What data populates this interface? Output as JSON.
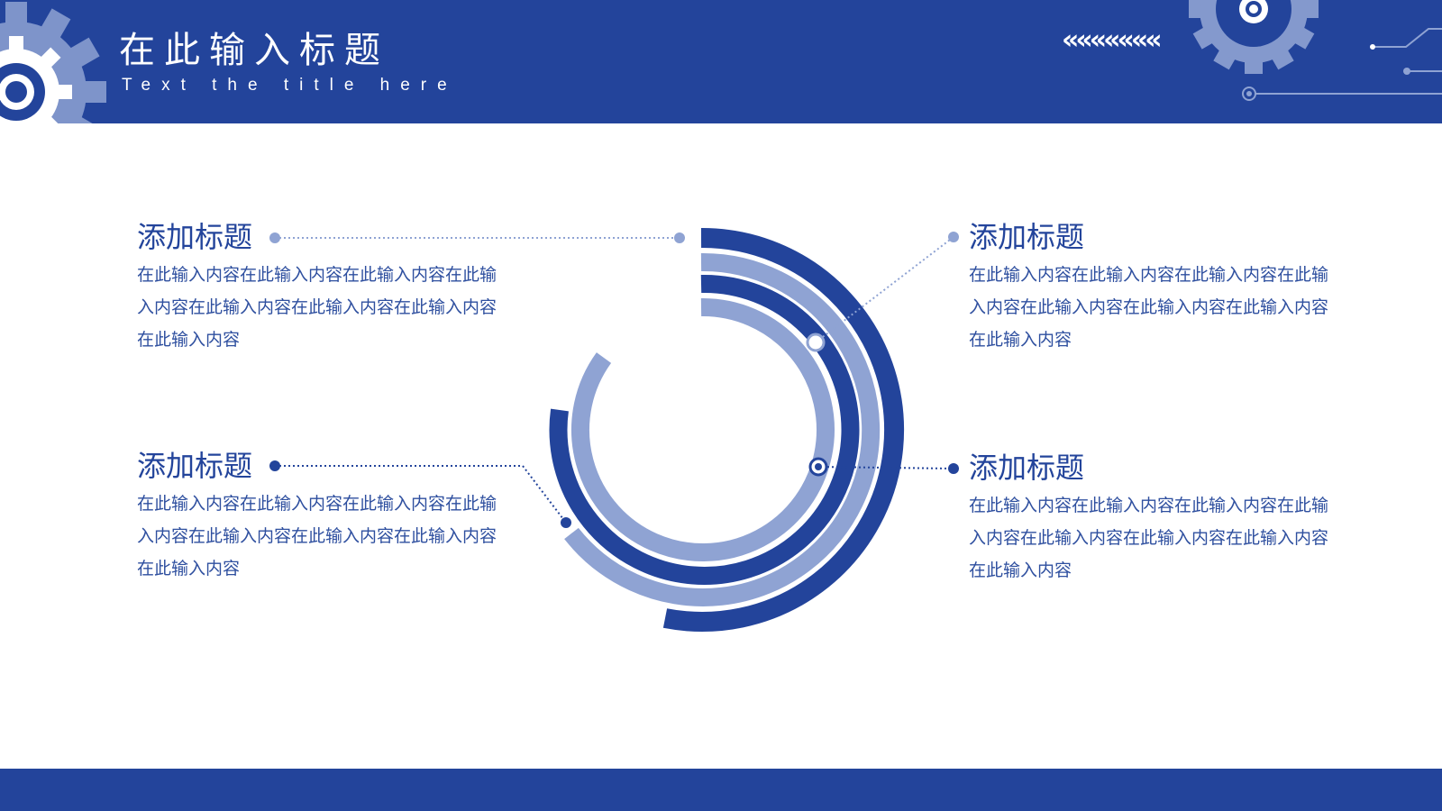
{
  "header": {
    "title_zh": "在此输入标题",
    "title_en": "Text the title here",
    "chevrons": "«««««««",
    "gear_icon": "gear-icon"
  },
  "colors": {
    "primary": "#23449b",
    "light": "#8fa3d3",
    "pale": "#c5d0ea",
    "text": "#2e4f9f"
  },
  "blocks": [
    {
      "title": "添加标题",
      "body": "在此输入内容在此输入内容在此输入内容在此输入内容在此输入内容在此输入内容在此输入内容在此输入内容"
    },
    {
      "title": "添加标题",
      "body": "在此输入内容在此输入内容在此输入内容在此输入内容在此输入内容在此输入内容在此输入内容在此输入内容"
    },
    {
      "title": "添加标题",
      "body": "在此输入内容在此输入内容在此输入内容在此输入内容在此输入内容在此输入内容在此输入内容在此输入内容"
    },
    {
      "title": "添加标题",
      "body": "在此输入内容在此输入内容在此输入内容在此输入内容在此输入内容在此输入内容在此输入内容在此输入内容"
    }
  ]
}
